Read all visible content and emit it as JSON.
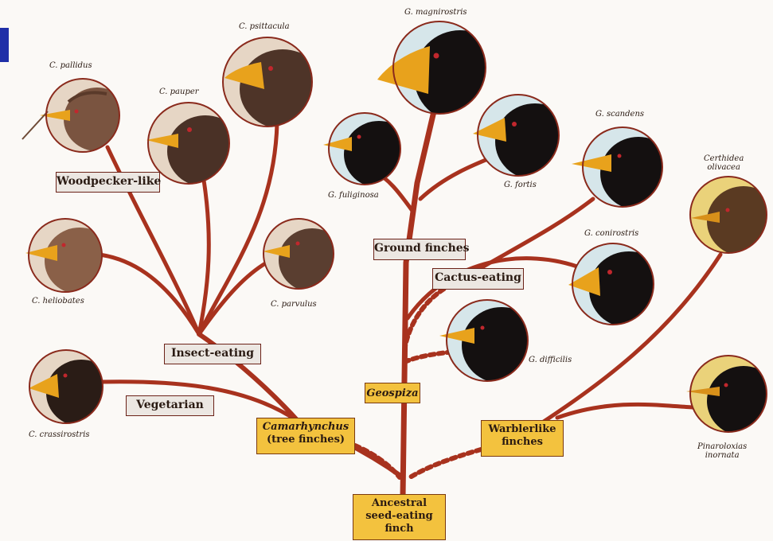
{
  "branch_boxes": {
    "woodpecker": "Woodpecker-like",
    "insect": "Insect-eating",
    "vegetarian": "Vegetarian",
    "ground": "Ground finches",
    "cactus": "Cactus-eating"
  },
  "genus_boxes": {
    "camarhynchus": [
      "Camarhynchus",
      "(tree finches)"
    ],
    "geospiza": "Geospiza",
    "warbler": [
      "Warblerlike",
      "finches"
    ],
    "ancestor": [
      "Ancestral",
      "seed-eating",
      "finch"
    ]
  },
  "species": {
    "pallidus": "C. pallidus",
    "pauper": "C. pauper",
    "psittacula": "C. psittacula",
    "heliobates": "C. heliobates",
    "parvulus": "C. parvulus",
    "crassirostris": "C. crassirostris",
    "magnirostris": "G. magnirostris",
    "fuliginosa": "G. fuliginosa",
    "fortis": "G. fortis",
    "scandens": "G. scandens",
    "conirostris": "G. conirostris",
    "difficilis": "G. difficilis",
    "certhidea": [
      "Certhidea",
      "olivacea"
    ],
    "pinaroloxias": [
      "Pinaroloxias",
      "inornata"
    ]
  },
  "colors": {
    "branch": "#a8321e",
    "box_gold": "#f3c23e",
    "box_gray": "#ece7e2",
    "bird_dark": "#141010",
    "bird_brown": "#6e4a36",
    "beak": "#e8a21c",
    "bg_blue": "#d6e6ea",
    "bg_tan": "#e9d7c7",
    "bg_yellow": "#ead27a"
  }
}
